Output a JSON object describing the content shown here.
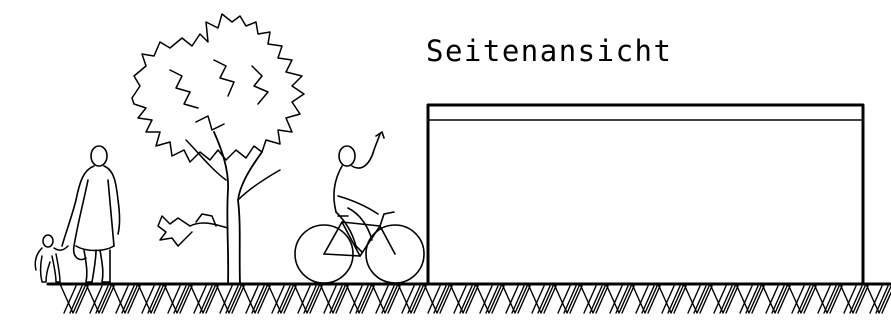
{
  "drawing": {
    "title": "Seitenansicht",
    "ink_color": "#000000",
    "background_color": "#ffffff",
    "elements": [
      "tree",
      "adult-with-child",
      "cyclist-with-bicycle",
      "building-elevation",
      "hatched-ground"
    ]
  }
}
